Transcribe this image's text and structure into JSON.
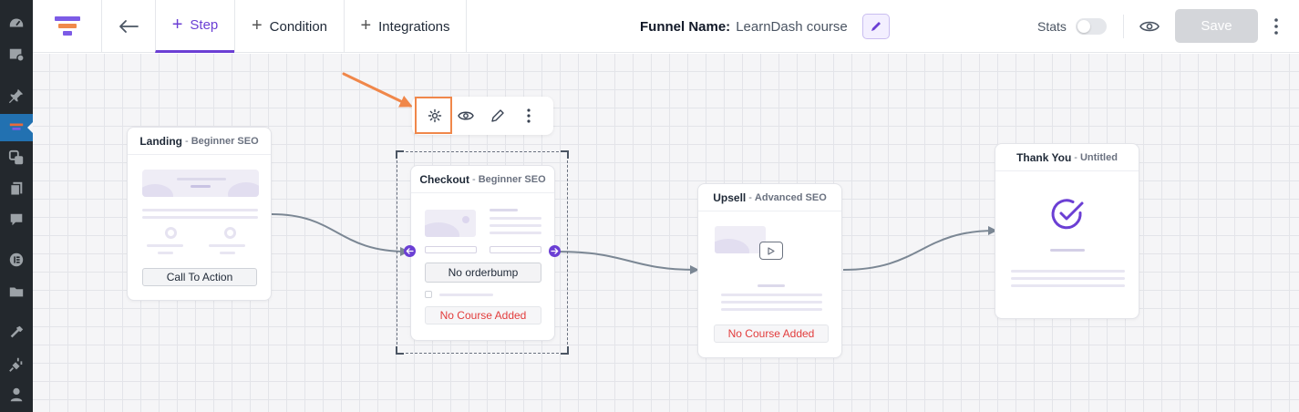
{
  "sidebar": {
    "items": [
      "dashboard-icon",
      "media-icon",
      "pin-icon",
      "funnel-icon",
      "forms-icon",
      "pages-icon",
      "comments-icon",
      "elementor-icon",
      "folder-icon",
      "tools-icon",
      "plugins-icon",
      "user-icon"
    ],
    "active_color": "#2271b1",
    "bg_color": "#23282d"
  },
  "topbar": {
    "tabs": [
      {
        "label": "Step",
        "active": true
      },
      {
        "label": "Condition",
        "active": false
      },
      {
        "label": "Integrations",
        "active": false
      }
    ],
    "funnel_name_label": "Funnel Name:",
    "funnel_name_value": "LearnDash course",
    "stats_label": "Stats",
    "save_label": "Save",
    "accent_color": "#6b3fd4"
  },
  "node_toolbar": [
    "gear-icon",
    "eye-icon",
    "pencil-icon",
    "kebab-icon"
  ],
  "nodes": {
    "landing": {
      "title": "Landing",
      "sep": "-",
      "subtitle": "Beginner SEO",
      "button_label": "Call To Action"
    },
    "checkout": {
      "title": "Checkout",
      "sep": "-",
      "subtitle": "Beginner SEO",
      "orderbump_label": "No orderbump",
      "course_label": "No Course Added"
    },
    "upsell": {
      "title": "Upsell",
      "sep": "-",
      "subtitle": "Advanced SEO",
      "course_label": "No Course Added"
    },
    "thankyou": {
      "title": "Thank You",
      "sep": "-",
      "subtitle": "Untitled"
    }
  },
  "colors": {
    "highlight": "#f0874a",
    "warning_text": "#e23c3c",
    "edge": "#7b8794"
  }
}
